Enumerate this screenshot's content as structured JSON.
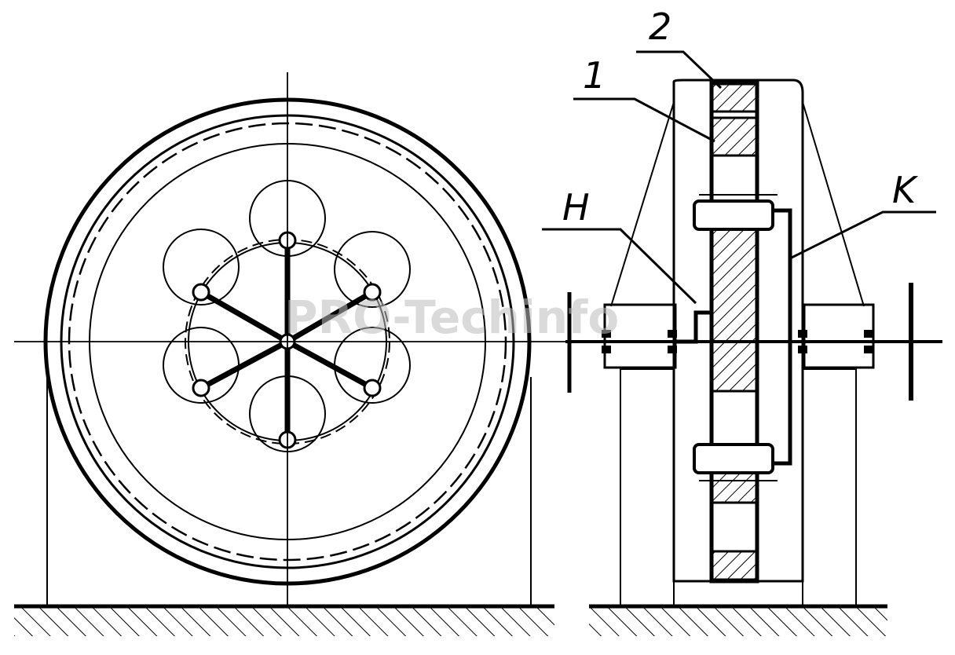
{
  "labels": {
    "ring_gear": "2",
    "sun_gear": "1",
    "carrier": "H",
    "arm": "K"
  },
  "watermark": "PRO-Techinfo",
  "colors": {
    "ink": "#000000",
    "background": "#ffffff",
    "watermark": "#bdbdbd"
  }
}
